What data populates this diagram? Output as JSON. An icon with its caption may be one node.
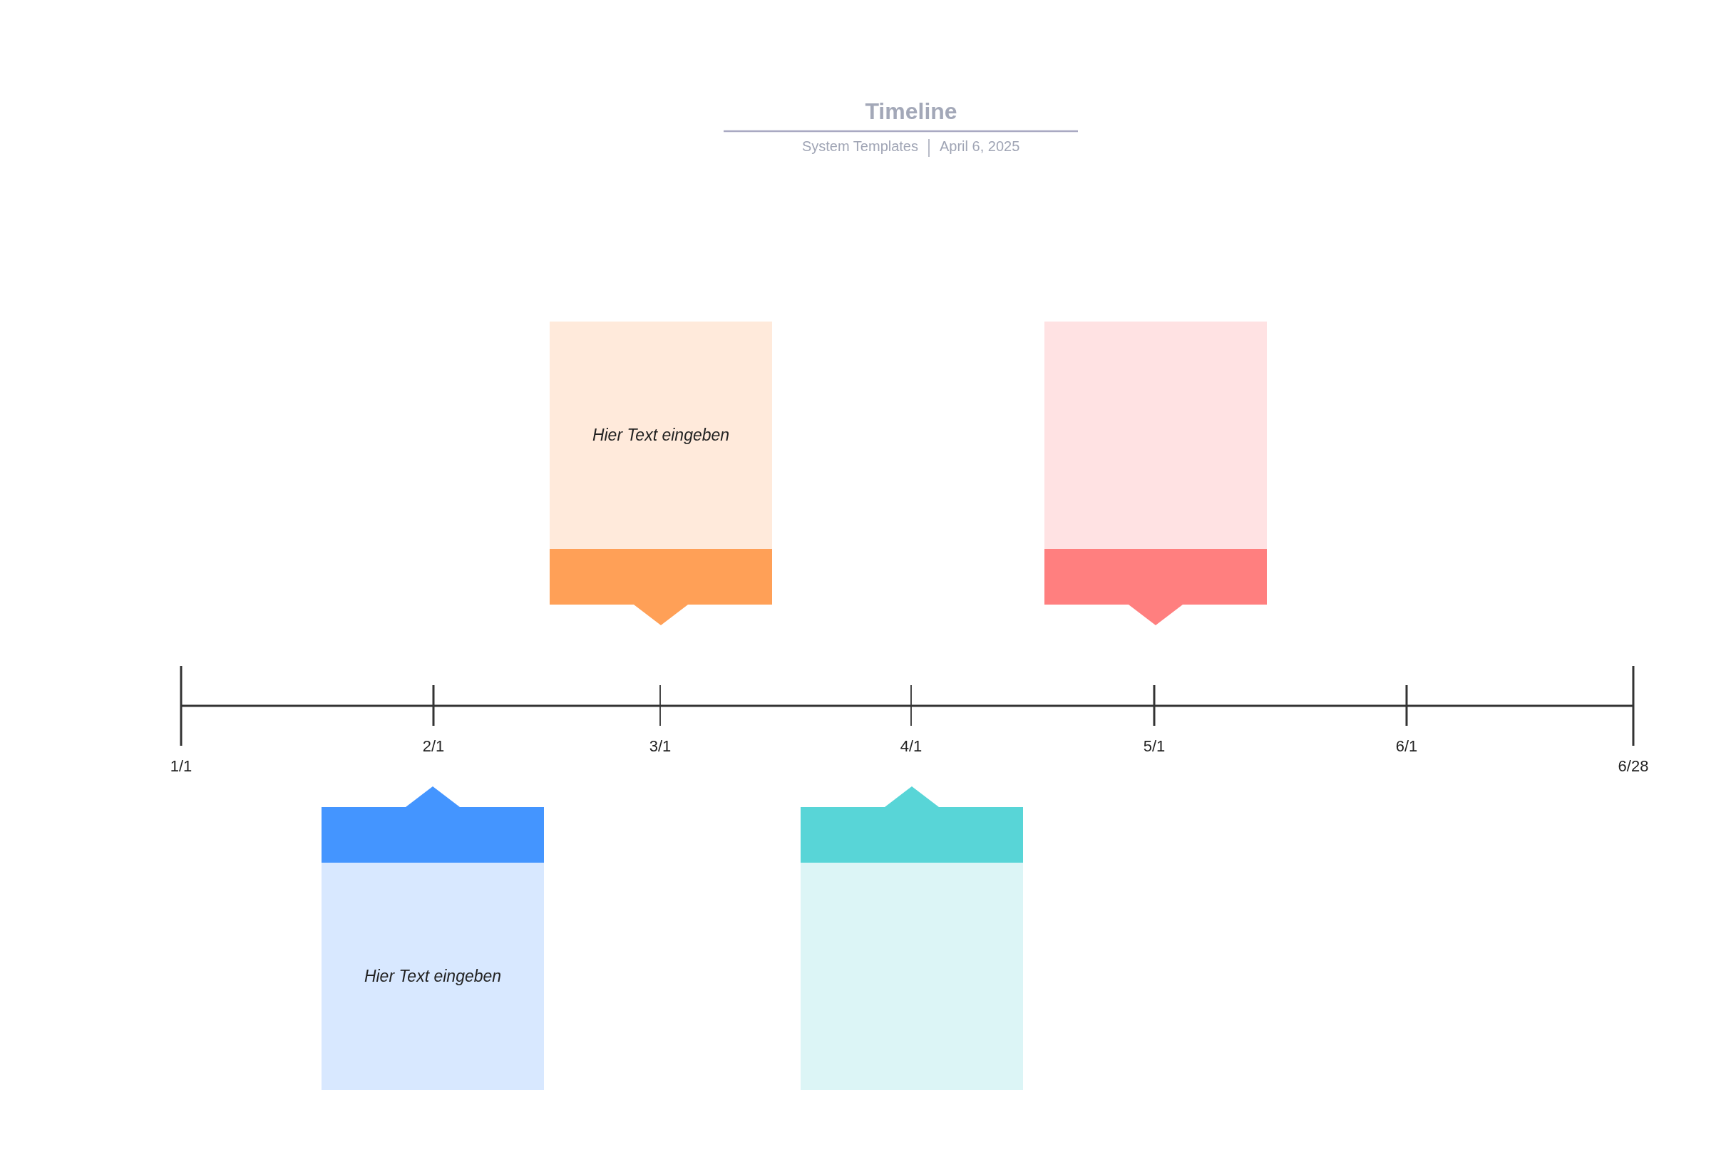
{
  "diagram": {
    "title": "Timeline",
    "nodes": [
      {
        "text": [
          "Hier Text eingeben"
        ]
      },
      {
        "text": [],
        "shape": "box"
      },
      {
        "text": [
          "Hier Text eingeben"
        ]
      },
      {
        "text": [],
        "shape": "box"
      }
    ],
    "labels": [
      "System Templates",
      "April 6, 2025",
      "1/1",
      "2/1",
      "3/1",
      "4/1",
      "5/1",
      "6/1",
      "6/28"
    ]
  }
}
